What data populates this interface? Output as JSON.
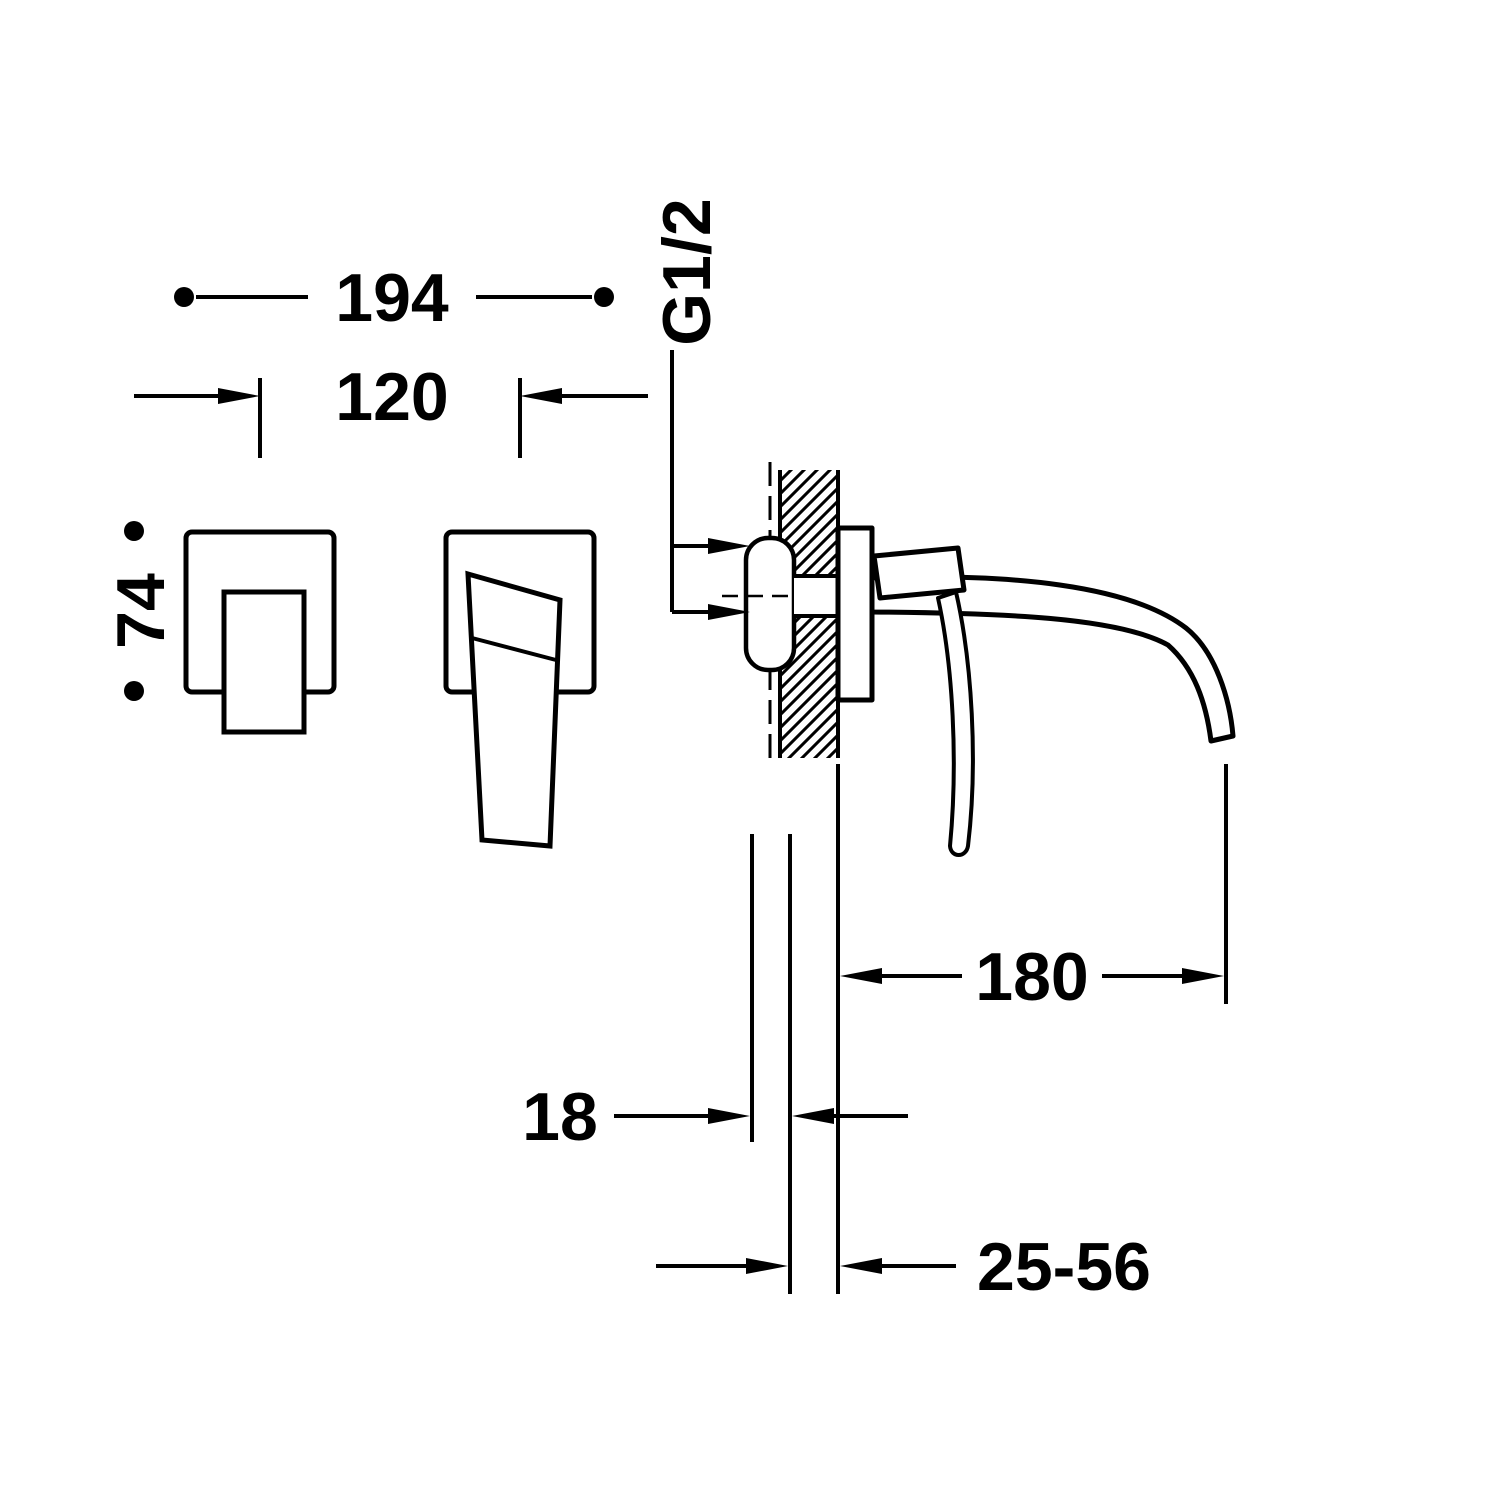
{
  "page": {
    "background": "#ffffff",
    "ink": "#000000"
  },
  "labels": {
    "dim_194": "194",
    "dim_120": "120",
    "dim_74": "74",
    "thread_g12": "G1/2",
    "dim_180": "180",
    "dim_18": "18",
    "dim_25_56": "25-56"
  }
}
